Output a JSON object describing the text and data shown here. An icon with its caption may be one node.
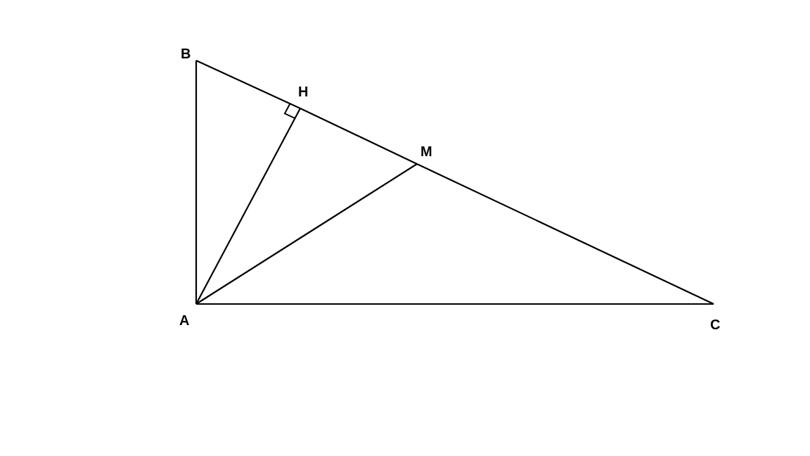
{
  "diagram": {
    "nodes": [
      {
        "text": [
          "B"
        ]
      },
      {
        "text": [
          "H"
        ]
      },
      {
        "text": [
          "M"
        ]
      },
      {
        "text": [
          "A"
        ]
      },
      {
        "text": [
          "C"
        ]
      }
    ],
    "edges": [
      {
        "from": 3,
        "to": 0,
        "arrow": "none"
      },
      {
        "from": 0,
        "to": 1,
        "arrow": "none"
      },
      {
        "from": 1,
        "to": 2,
        "arrow": "none"
      },
      {
        "from": 2,
        "to": 4,
        "arrow": "none"
      },
      {
        "from": 3,
        "to": 4,
        "arrow": "none"
      },
      {
        "from": 3,
        "to": 1,
        "arrow": "none"
      },
      {
        "from": 3,
        "to": 2,
        "arrow": "none"
      }
    ]
  }
}
